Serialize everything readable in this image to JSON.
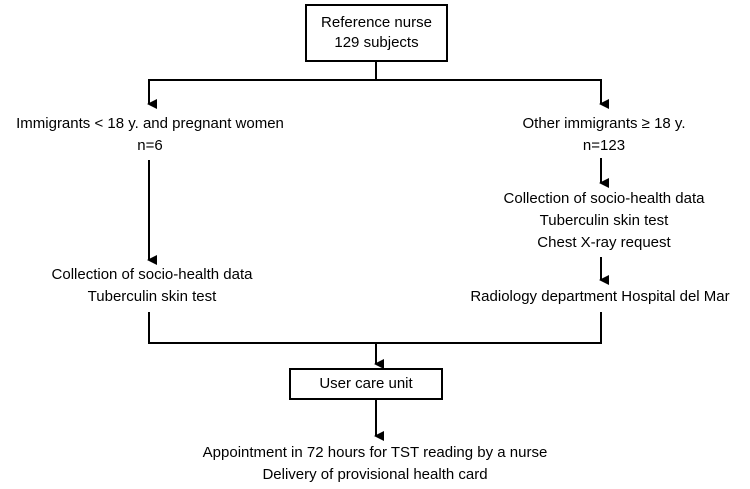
{
  "top_box": {
    "line1": "Reference nurse",
    "line2": "129 subjects"
  },
  "left_branch": {
    "title": "Immigrants < 18 y. and pregnant women",
    "count": "n=6",
    "steps": [
      "Collection of socio-health data",
      "Tuberculin skin test"
    ]
  },
  "right_branch": {
    "title": "Other immigrants ≥ 18 y.",
    "count": "n=123",
    "steps": [
      "Collection of socio-health data",
      "Tuberculin skin test",
      "Chest X-ray request"
    ],
    "radiology": "Radiology department Hospital del Mar"
  },
  "unit_box": {
    "label": "User care unit"
  },
  "outcome": {
    "lines": [
      "Appointment in 72 hours for TST reading by a nurse",
      "Delivery of provisional health card"
    ]
  }
}
